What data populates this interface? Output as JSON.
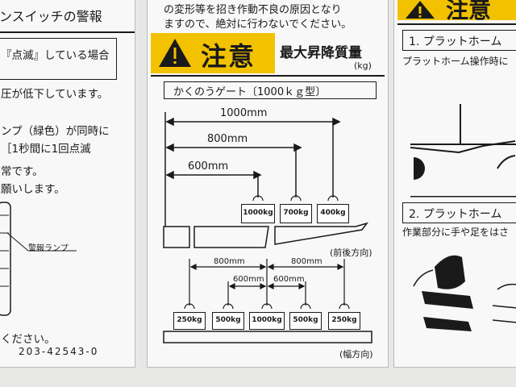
{
  "left_panel": {
    "top_line": "ンスイッチの警報",
    "line2": "『点滅』している場合",
    "line3": "圧が低下しています。",
    "line4": "ンプ（緑色）が同時に",
    "line5": "［1秒間に1回点滅",
    "line6": "常です。",
    "line7": "願いします。",
    "lamp_label": "警報ランプ",
    "bottom_text": "ください。",
    "part_number": "203-42543-0"
  },
  "center_panel": {
    "top_line1": "の変形等を招き作動不良の原因となり",
    "top_line2": "ますので、絶対に行わないでください。",
    "caution_word": "注意",
    "heading": "最大昇降質量",
    "unit": "(kg)",
    "gate_type": "かくのうゲート〔1000ｋｇ型〕",
    "top_diagram": {
      "dims": [
        "1000mm",
        "800mm",
        "600mm"
      ],
      "weights": [
        "1000kg",
        "700kg",
        "400kg"
      ],
      "direction": "(前後方向)"
    },
    "bottom_diagram": {
      "dims_outer": [
        "800mm",
        "800mm"
      ],
      "dims_inner": [
        "600mm",
        "600mm"
      ],
      "weights": [
        "250kg",
        "500kg",
        "1000kg",
        "500kg",
        "250kg"
      ],
      "direction": "(幅方向)"
    }
  },
  "right_panel": {
    "caution_word": "注意",
    "item1": "1. プラットホーム",
    "item1_sub": "プラットホーム操作時に",
    "item2": "2. プラットホーム",
    "item2_sub": "作業部分に手や足をはさ"
  }
}
